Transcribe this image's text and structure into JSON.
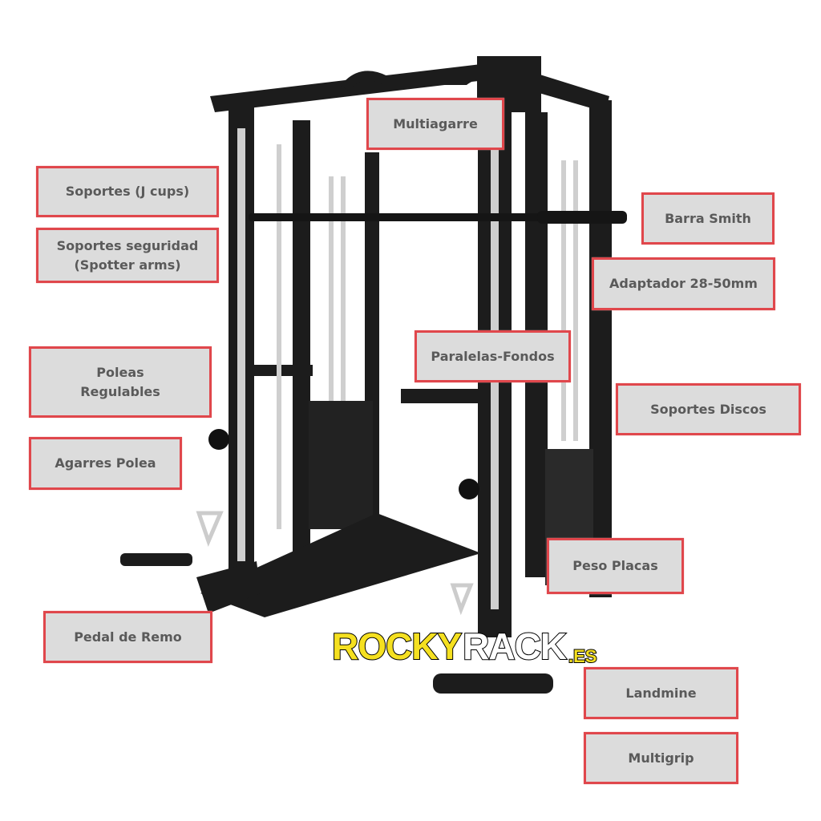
{
  "labels": {
    "multiagarre": "Multiagarre",
    "j_cups": "Soportes (J cups)",
    "spotter": "Soportes seguridad\n(Spotter arms)",
    "barra_smith": "Barra Smith",
    "adaptador": "Adaptador 28-50mm",
    "paralelas": "Paralelas-Fondos",
    "poleas": "Poleas\nRegulables",
    "soportes_discos": "Soportes Discos",
    "agarres": "Agarres Polea",
    "peso_placas": "Peso Placas",
    "pedal": "Pedal de Remo",
    "landmine": "Landmine",
    "multigrip": "Multigrip"
  },
  "logo": {
    "part1": "ROCKY",
    "part2": "RACK",
    "suffix": ".ES"
  },
  "colors": {
    "label_fill": "#dcdcdc",
    "label_border": "#e0474c",
    "label_text": "#5a5a5a",
    "logo_yellow": "#f5e020"
  }
}
